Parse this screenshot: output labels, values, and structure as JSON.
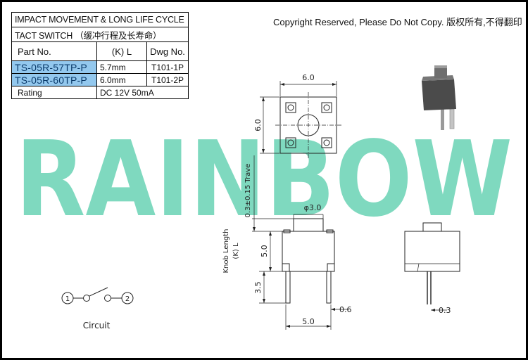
{
  "header": {
    "copyright": "Copyright Reserved, Please Do Not Copy. 版权所有,不得翻印"
  },
  "spec_table": {
    "title_line1": "IMPACT MOVEMENT & LONG LIFE CYCLE",
    "title_line2": "TACT SWITCH  （缓冲行程及长寿命）",
    "columns": [
      "Part No.",
      "(K) L",
      "Dwg No."
    ],
    "rows": [
      {
        "part": "TS-05R-57TP-P",
        "length": "5.7mm",
        "dwg": "T101-1P"
      },
      {
        "part": "TS-05R-60TP-P",
        "length": "6.0mm",
        "dwg": "T101-2P"
      }
    ],
    "rating_label": "Rating",
    "rating_value": "DC  12V  50mA"
  },
  "watermark": {
    "text": "RAINBOW",
    "color": "#7fd9bf"
  },
  "drawing": {
    "top_view_width": "6.0",
    "top_view_height": "6.0",
    "travel": "0.3±0.15  Trave",
    "knob_diameter": "φ3.0",
    "knob_length_label": "Knob Length",
    "knob_length_symbol": "(K)  L",
    "body_height": "5.0",
    "pin_length": "3.5",
    "pin_width": "0.6",
    "body_width": "5.0",
    "side_pin": "0.3",
    "circuit_node1": "1",
    "circuit_node2": "2",
    "circuit_label": "Circuit"
  }
}
